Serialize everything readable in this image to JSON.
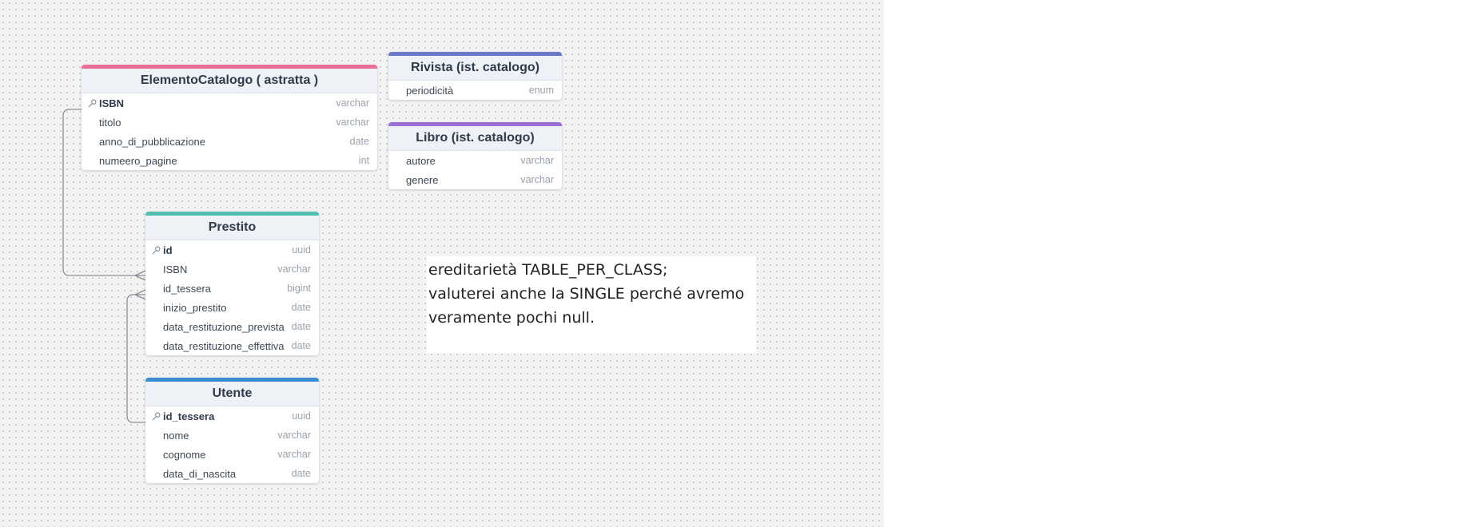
{
  "colors": {
    "elemento": "#ec6e96",
    "rivista": "#6b7ac8",
    "libro": "#9a6fd6",
    "prestito": "#4fc0b0",
    "utente": "#3b8ad4"
  },
  "tables": {
    "elemento": {
      "title": "ElementoCatalogo ( astratta )",
      "fields": [
        {
          "name": "ISBN",
          "type": "varchar",
          "pk": true
        },
        {
          "name": "titolo",
          "type": "varchar"
        },
        {
          "name": "anno_di_pubblicazione",
          "type": "date"
        },
        {
          "name": "numeero_pagine",
          "type": "int"
        }
      ]
    },
    "rivista": {
      "title": "Rivista (ist. catalogo)",
      "fields": [
        {
          "name": "periodicità",
          "type": "enum"
        }
      ]
    },
    "libro": {
      "title": "Libro (ist. catalogo)",
      "fields": [
        {
          "name": "autore",
          "type": "varchar"
        },
        {
          "name": "genere",
          "type": "varchar"
        }
      ]
    },
    "prestito": {
      "title": "Prestito",
      "fields": [
        {
          "name": "id",
          "type": "uuid",
          "pk": true
        },
        {
          "name": "ISBN",
          "type": "varchar"
        },
        {
          "name": "id_tessera",
          "type": "bigint"
        },
        {
          "name": "inizio_prestito",
          "type": "date"
        },
        {
          "name": "data_restituzione_prevista",
          "type": "date"
        },
        {
          "name": "data_restituzione_effettiva",
          "type": "date"
        }
      ]
    },
    "utente": {
      "title": "Utente",
      "fields": [
        {
          "name": "id_tessera",
          "type": "uuid",
          "pk": true
        },
        {
          "name": "nome",
          "type": "varchar"
        },
        {
          "name": "cognome",
          "type": "varchar"
        },
        {
          "name": "data_di_nascita",
          "type": "date"
        }
      ]
    }
  },
  "note": {
    "lines": [
      "ereditarietà TABLE_PER_CLASS;",
      "valuterei anche la SINGLE perché avremo",
      "veramente pochi null."
    ]
  }
}
